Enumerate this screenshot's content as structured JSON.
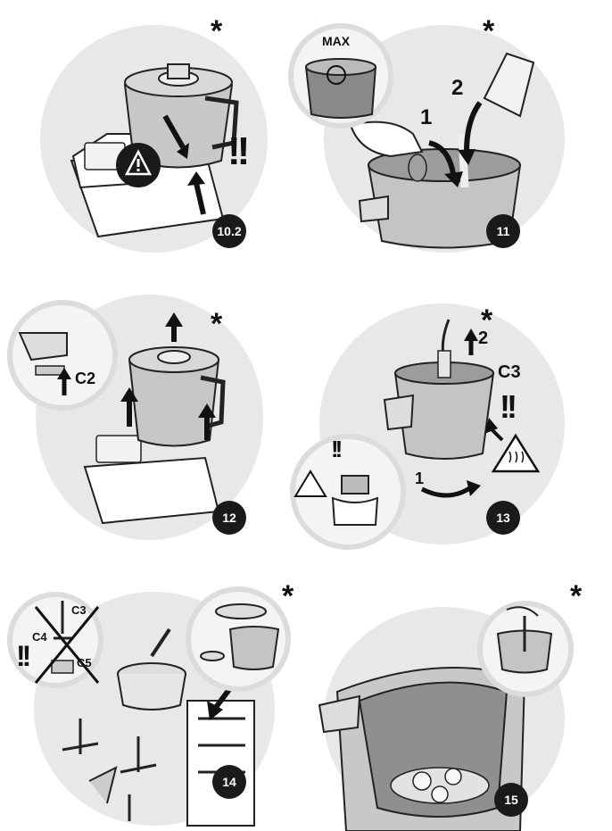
{
  "steps": [
    {
      "number": "10.2",
      "asterisk": "*",
      "marks": "!!"
    },
    {
      "number": "11",
      "asterisk": "*",
      "max_label": "MAX",
      "arrow_1": "1",
      "arrow_2": "2"
    },
    {
      "number": "12",
      "asterisk": "*",
      "label_c2": "C2"
    },
    {
      "number": "13",
      "asterisk": "*",
      "label_c3": "C3",
      "arrow_1": "1",
      "arrow_2": "2",
      "marks": "!!",
      "inset_marks": "!!"
    },
    {
      "number": "14",
      "asterisk": "*",
      "label_c3": "C3",
      "label_c4": "C4",
      "label_c5": "C5",
      "marks": "!!"
    },
    {
      "number": "15",
      "asterisk": "*"
    }
  ],
  "colors": {
    "background_circle": "#e8e8e8",
    "badge": "#1a1a1a",
    "steel": "#b8b8b8"
  }
}
